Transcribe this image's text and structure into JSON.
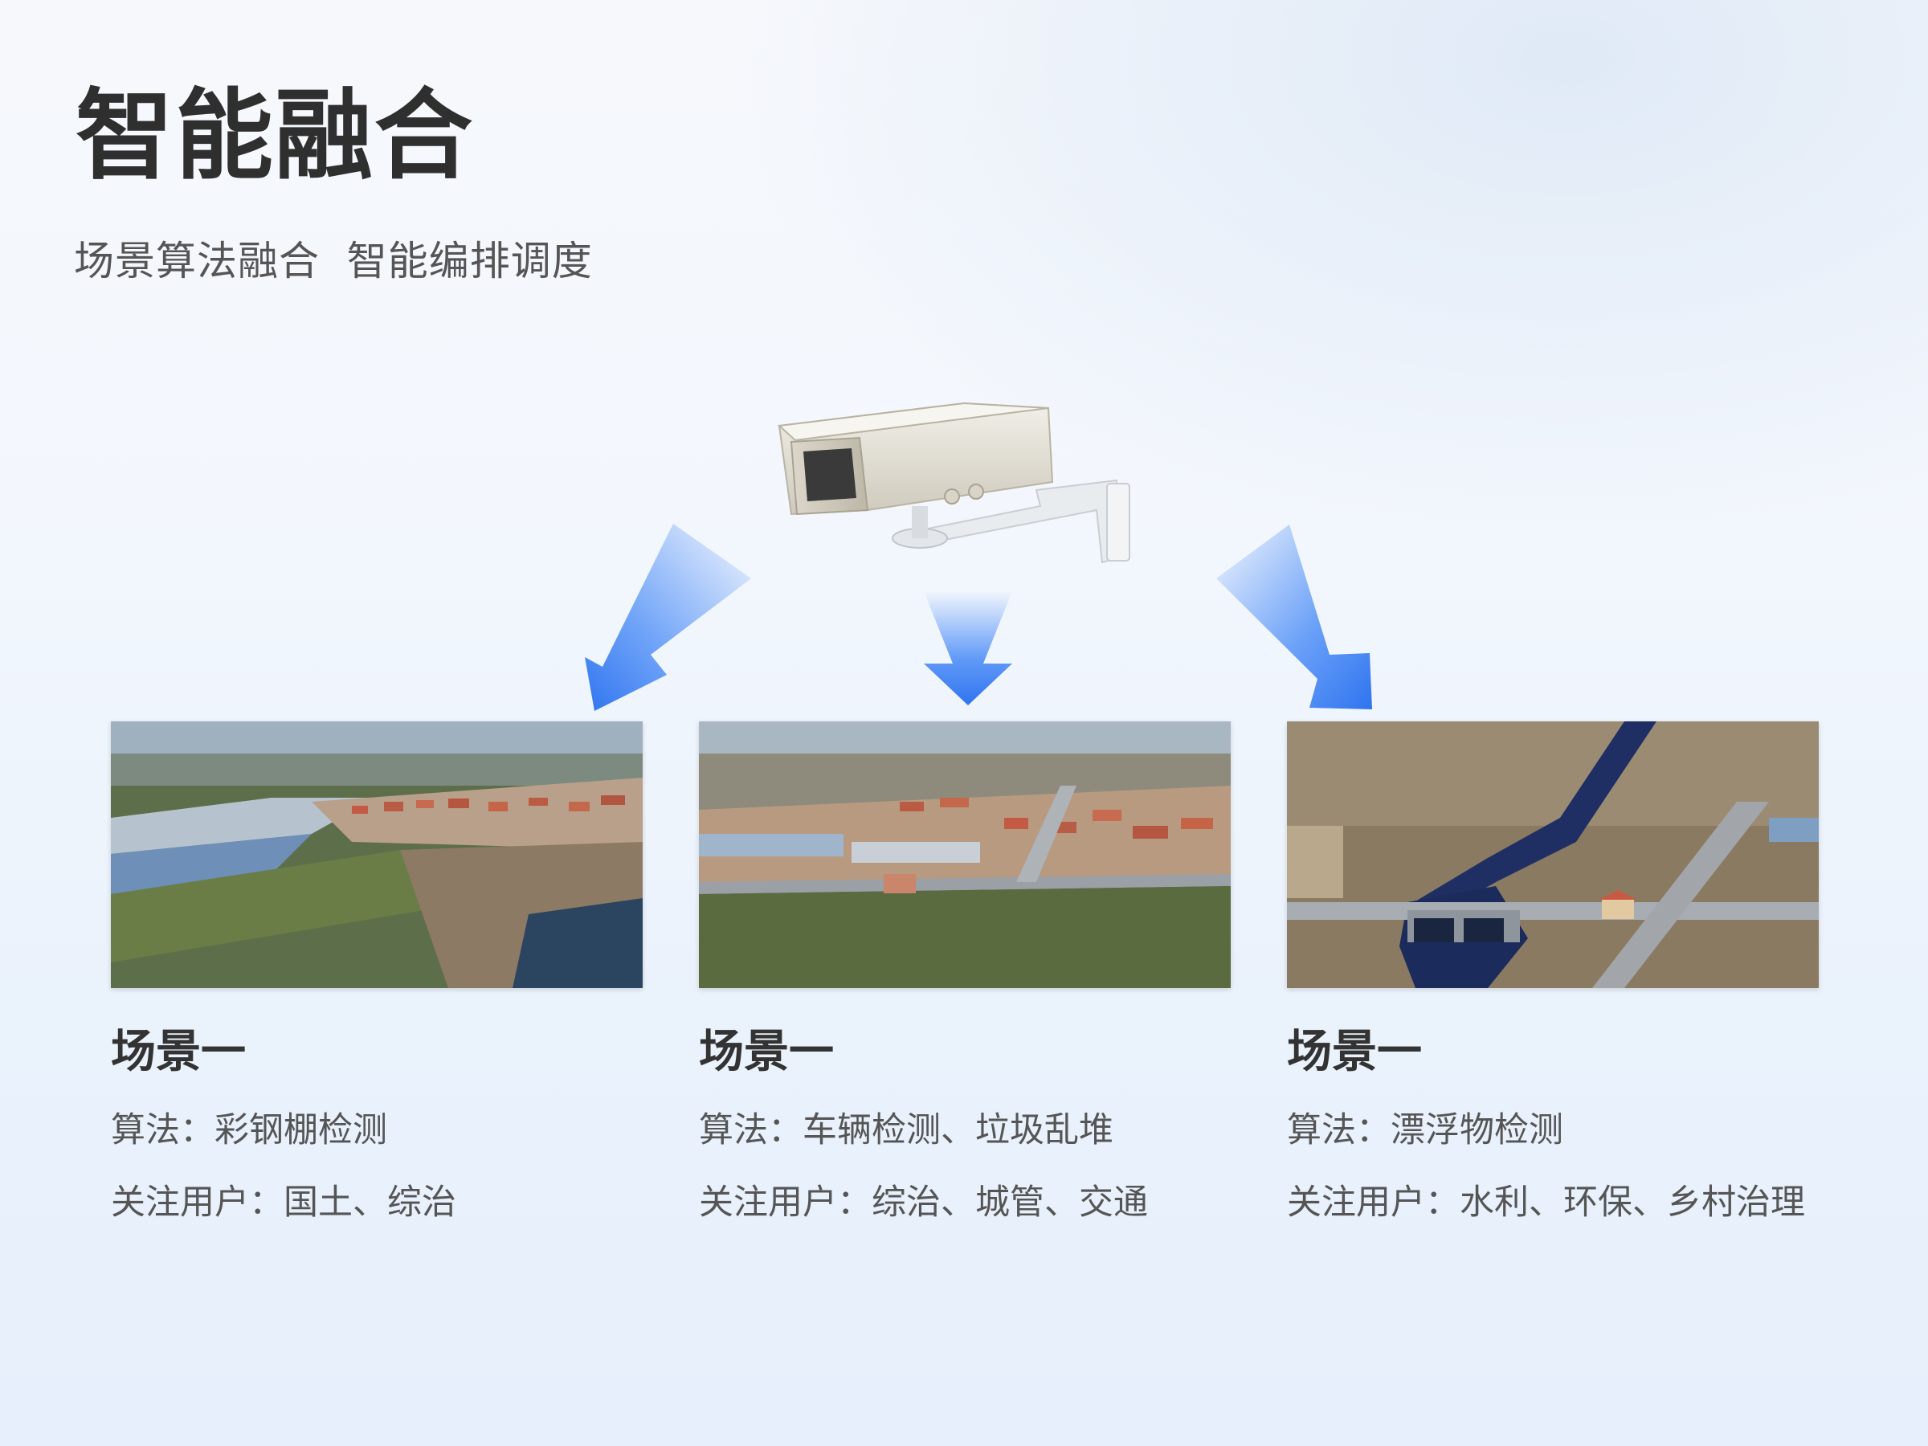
{
  "title": "智能融合",
  "subtitle": "场景算法融合  智能编排调度",
  "camera": {
    "icon": "surveillance-camera-icon"
  },
  "scenes": [
    {
      "title": "场景一",
      "algorithm": "算法：彩钢棚检测",
      "users": "关注用户：国土、综治"
    },
    {
      "title": "场景一",
      "algorithm": "算法：车辆检测、垃圾乱堆",
      "users": "关注用户：综治、城管、交通"
    },
    {
      "title": "场景一",
      "algorithm": "算法：漂浮物检测",
      "users": "关注用户：水利、环保、乡村治理"
    }
  ],
  "colors": {
    "arrow": "#3b82f6",
    "title": "#2f2f2f",
    "text": "#555555"
  }
}
